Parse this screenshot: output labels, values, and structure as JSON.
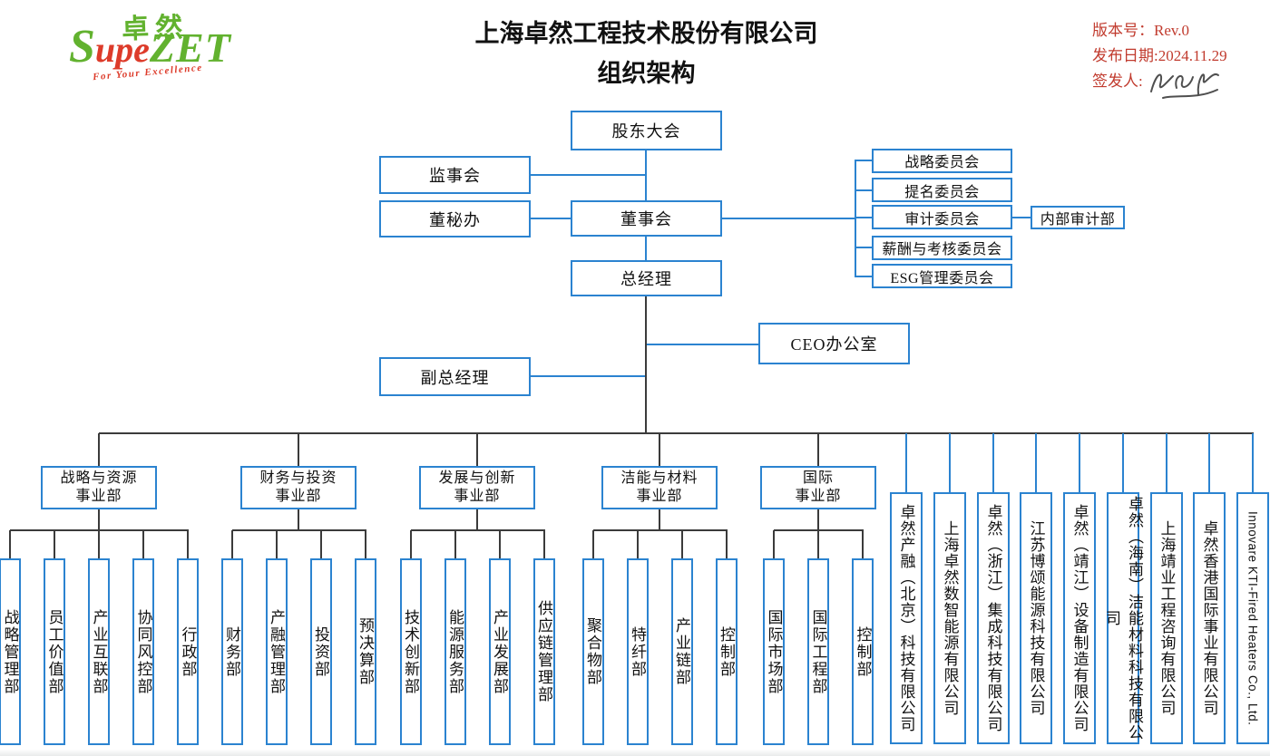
{
  "header": {
    "logo": {
      "cjk": "卓然",
      "latin_s": "S",
      "latin_upe": "upe",
      "latin_zet": "ZET",
      "tagline": "For Your Excellence"
    },
    "title_line1": "上海卓然工程技术股份有限公司",
    "title_line2": "组织架构",
    "meta": {
      "version_label": "版本号：",
      "version_value": "Rev.0",
      "date_label": "发布日期:",
      "date_value": "2024.11.29",
      "signer_label": "签发人:"
    }
  },
  "colors": {
    "box_border_blue": "#2b83d0",
    "connector_blue": "#2b83d0",
    "connector_black": "#3b3b3b",
    "meta_red": "#c13b2e",
    "logo_green": "#62b22f",
    "logo_red": "#dd3b2a",
    "signature_ink": "#4f4f4f"
  },
  "nodes": {
    "shareholders": "股东大会",
    "supervisory_board": "监事会",
    "board_secretary_office": "董秘办",
    "board_of_directors": "董事会",
    "general_manager": "总经理",
    "ceo_office": "CEO办公室",
    "deputy_general_manager": "副总经理",
    "internal_audit_dept": "内部审计部"
  },
  "committees": [
    "战略委员会",
    "提名委员会",
    "审计委员会",
    "薪酬与考核委员会",
    "ESG管理委员会"
  ],
  "divisions": [
    {
      "line1": "战略与资源",
      "line2": "事业部",
      "departments": [
        "战略管理部",
        "员工价值部",
        "产业互联部",
        "协同风控部",
        "行政部"
      ]
    },
    {
      "line1": "财务与投资",
      "line2": "事业部",
      "departments": [
        "财务部",
        "产融管理部",
        "投资部",
        "预决算部"
      ]
    },
    {
      "line1": "发展与创新",
      "line2": "事业部",
      "departments": [
        "技术创新部",
        "能源服务部",
        "产业发展部",
        "供应链管理部"
      ]
    },
    {
      "line1": "洁能与材料",
      "line2": "事业部",
      "departments": [
        "聚合物部",
        "特纤部",
        "产业链部",
        "控制部"
      ]
    },
    {
      "line1": "国际",
      "line2": "事业部",
      "departments": [
        "国际市场部",
        "国际工程部",
        "控制部"
      ]
    }
  ],
  "subsidiaries": [
    "卓然产融（北京）科技有限公司",
    "上海卓然数智能源有限公司",
    "卓然（浙江）集成科技有限公司",
    "江苏博颂能源科技有限公司",
    "卓然（靖江）设备制造有限公司",
    "卓然（海南）洁能材料科技有限公司",
    "上海靖业工程咨询有限公司",
    "卓然香港国际事业有限公司",
    "Innovare KTI-Fired Heaters Co., Ltd."
  ]
}
